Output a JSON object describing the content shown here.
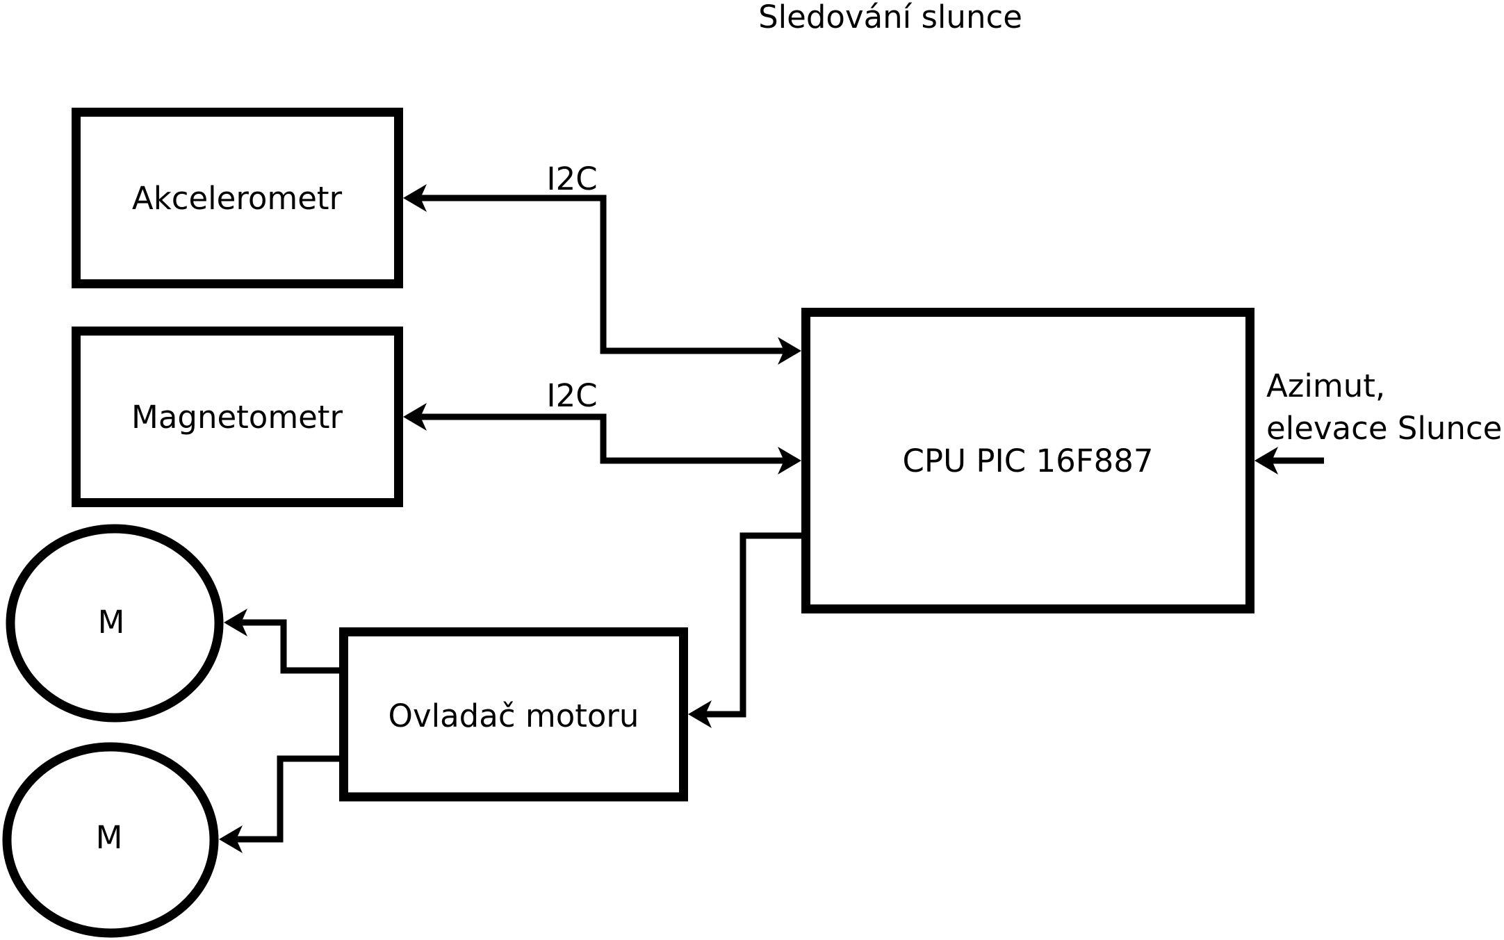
{
  "diagram": {
    "title": "Sledování slunce",
    "colors": {
      "background": "#ffffff",
      "line": "#000000",
      "text": "#000000"
    },
    "nodes": [
      {
        "id": "akcelerometr",
        "label": "Akcelerometr",
        "shape": "rect"
      },
      {
        "id": "magnetometr",
        "label": "Magnetometr",
        "shape": "rect"
      },
      {
        "id": "cpu",
        "label": "CPU PIC 16F887",
        "shape": "rect"
      },
      {
        "id": "ovladac",
        "label": "Ovladač motoru",
        "shape": "rect"
      },
      {
        "id": "motor1",
        "label": "M",
        "shape": "ellipse"
      },
      {
        "id": "motor2",
        "label": "M",
        "shape": "ellipse"
      }
    ],
    "edge_labels": {
      "i2c_akcelerometr": "I2C",
      "i2c_magnetometr": "I2C"
    },
    "sun_input": {
      "line1": "Azimut,",
      "line2": "elevace Slunce"
    }
  }
}
